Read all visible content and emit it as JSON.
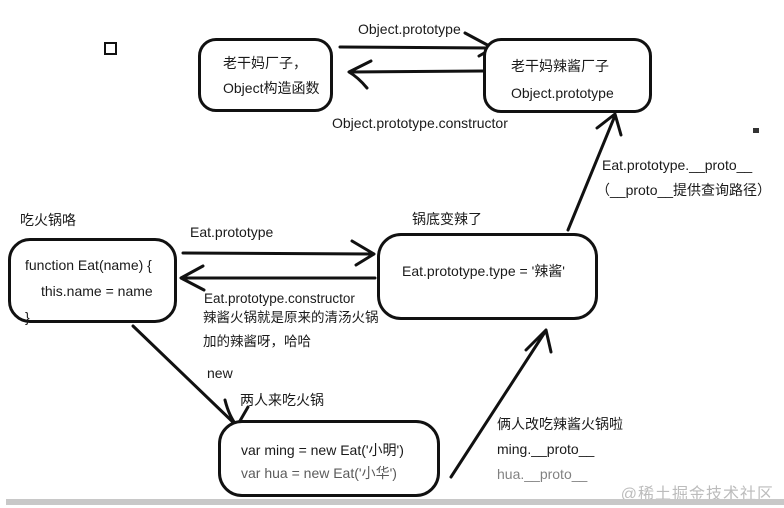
{
  "boxes": {
    "object_constructor": {
      "lines": [
        "老干妈厂子，",
        "Object构造函数"
      ]
    },
    "object_prototype": {
      "lines": [
        "老干妈辣酱厂子",
        "Object.prototype"
      ]
    },
    "eat_function": {
      "lines": [
        "function Eat(name) {",
        "this.name = name",
        "}"
      ]
    },
    "eat_prototype": {
      "lines": [
        "Eat.prototype.type = '辣酱'"
      ]
    },
    "instances": {
      "lines": [
        "var ming = new Eat('小明')",
        "var hua = new Eat('小华')"
      ]
    }
  },
  "labels": {
    "object_prototype_arrow": "Object.prototype",
    "object_constructor_arrow": "Object.prototype.constructor",
    "eat_prototype_proto": "Eat.prototype.__proto__",
    "proto_path_note": "（__proto__提供查询路径）",
    "eat_hotpot": "吃火锅咯",
    "eat_prototype_arrow": "Eat.prototype",
    "pot_spicy": "锅底变辣了",
    "eat_constructor_arrow": "Eat.prototype.constructor",
    "explain_line1": "辣酱火锅就是原来的清汤火锅",
    "explain_line2": "加的辣酱呀，哈哈",
    "new_keyword": "new",
    "two_people_eat": "两人来吃火锅",
    "switch_spicy": "俩人改吃辣酱火锅啦",
    "ming_proto": "ming.__proto__",
    "hua_proto": "hua.__proto__"
  },
  "watermark": "@稀土掘金技术社区",
  "colors": {
    "stroke": "#111111",
    "text": "#1a1a1a",
    "watermark": "#bcbcbc",
    "bottom_bar": "#c8c8c8"
  }
}
